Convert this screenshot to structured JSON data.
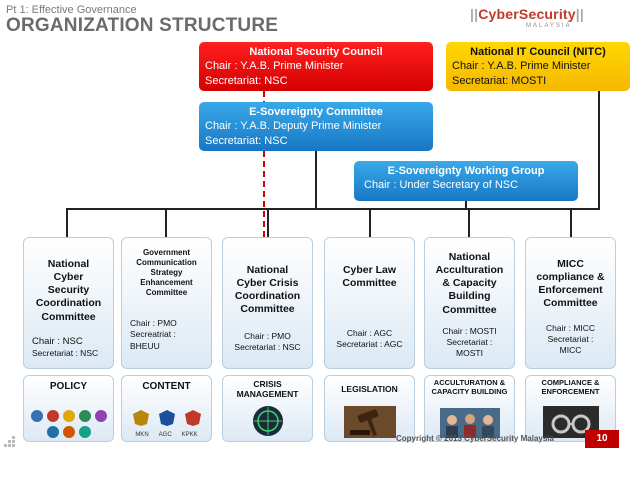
{
  "header": {
    "kicker": "Pt 1: Effective Governance",
    "title": "ORGANIZATION STRUCTURE"
  },
  "logo": {
    "brand_a": "CyberSecurity",
    "tagline": "MALAYSIA",
    "icon": "cybersecurity-logo"
  },
  "top_boxes": {
    "nsc": {
      "title": "National Security Council",
      "chair": "Chair : Y.A.B. Prime Minister",
      "secretariat": "Secretariat: NSC",
      "color": "#e00000"
    },
    "nitc": {
      "title": "National IT Council (NITC)",
      "chair": "Chair : Y.A.B. Prime Minister",
      "secretariat": "Secretariat: MOSTI",
      "color": "#f7c300"
    },
    "esc": {
      "title": "E-Sovereignty Committee",
      "chair": "Chair : Y.A.B. Deputy Prime Minister",
      "secretariat": "Secretariat: NSC",
      "color": "#1f88d4"
    },
    "ewg": {
      "title": "E-Sovereignty Working Group",
      "chair": "Chair :  Under Secretary of NSC",
      "color": "#1f88d4"
    }
  },
  "committees": [
    {
      "lines": [
        "National",
        "Cyber",
        "Security",
        "Coordination",
        "Committee"
      ],
      "chair": "Chair : NSC",
      "secretariat": "Secretariat : NSC"
    },
    {
      "lines": [
        "Government",
        "Communication",
        "Strategy",
        "Enhancement",
        "Committee"
      ],
      "chair": "Chair : PMO",
      "secretariat": "Secreatriat :",
      "secretariat2": "BHEUU"
    },
    {
      "lines": [
        "National",
        "Cyber Crisis",
        "Coordination",
        "Committee"
      ],
      "chair": "Chair : PMO",
      "secretariat": "Secretariat : NSC"
    },
    {
      "lines": [
        "Cyber Law",
        "Committee"
      ],
      "chair": "Chair : AGC",
      "secretariat": "Secretariat : AGC"
    },
    {
      "lines": [
        "National",
        "Acculturation",
        "& Capacity",
        "Building",
        "Committee"
      ],
      "chair": "Chair : MOSTI",
      "secretariat": "Secretariat :",
      "secretariat2": "MOSTI"
    },
    {
      "lines": [
        "MICC",
        "compliance &",
        "Enforcement",
        "Committee"
      ],
      "chair": "Chair : MICC",
      "secretariat": "Secretariat :",
      "secretariat2": "MICC"
    }
  ],
  "categories": [
    {
      "label": "POLICY",
      "icon": "agency-logos-icon"
    },
    {
      "label": "CONTENT",
      "icon": "agency-crests-icon",
      "sub": [
        "MKN",
        "AGC",
        "KPKK"
      ]
    },
    {
      "label": "CRISIS MANAGEMENT",
      "icon": "network-globe-icon"
    },
    {
      "label": "LEGISLATION",
      "icon": "gavel-icon"
    },
    {
      "label": "ACCULTURATION & CAPACITY BUILDING",
      "icon": "people-photo-icon"
    },
    {
      "label": "COMPLIANCE & ENFORCEMENT",
      "icon": "handcuffs-icon"
    }
  ],
  "footer": {
    "copyright": "Copyright © 2013 CyberSecurity Malaysia",
    "page": "10"
  }
}
